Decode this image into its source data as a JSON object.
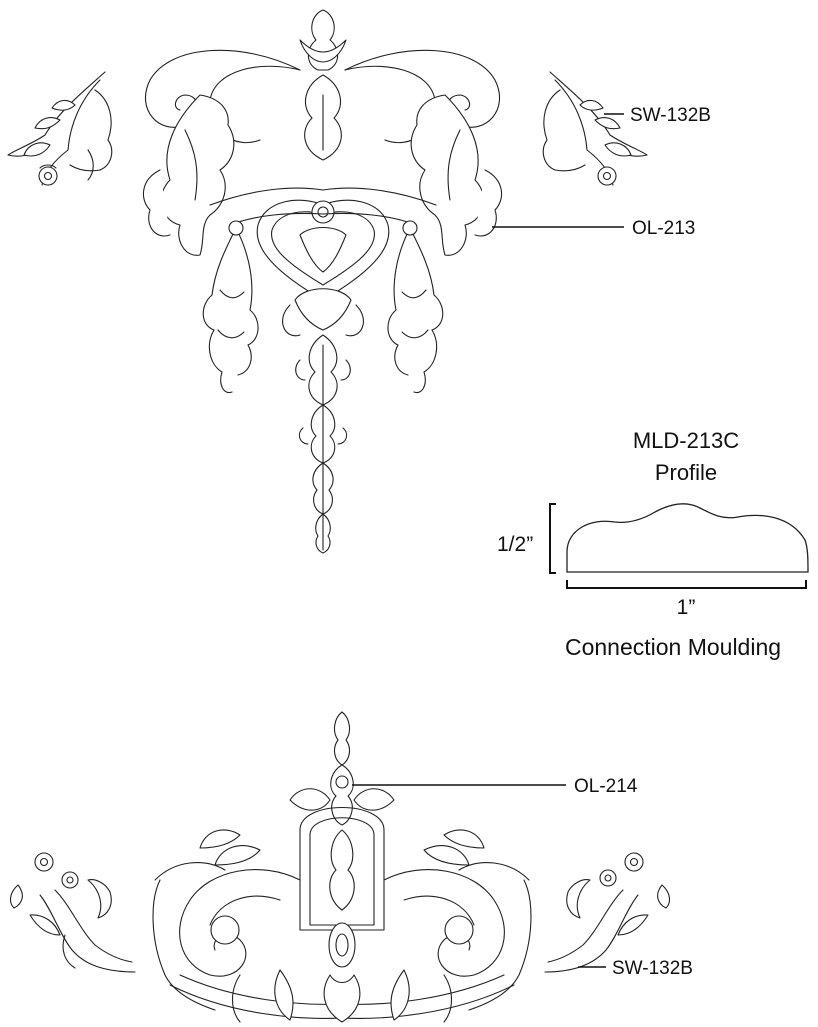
{
  "labels": {
    "sw_top": "SW-132B",
    "ol_213": "OL-213",
    "profile_title": "MLD-213C",
    "profile_subtitle": "Profile",
    "profile_height": "1/2”",
    "profile_width": "1”",
    "profile_caption": "Connection Moulding",
    "ol_214": "OL-214",
    "sw_bottom": "SW-132B"
  },
  "colors": {
    "line": "#222222",
    "background": "#ffffff"
  }
}
